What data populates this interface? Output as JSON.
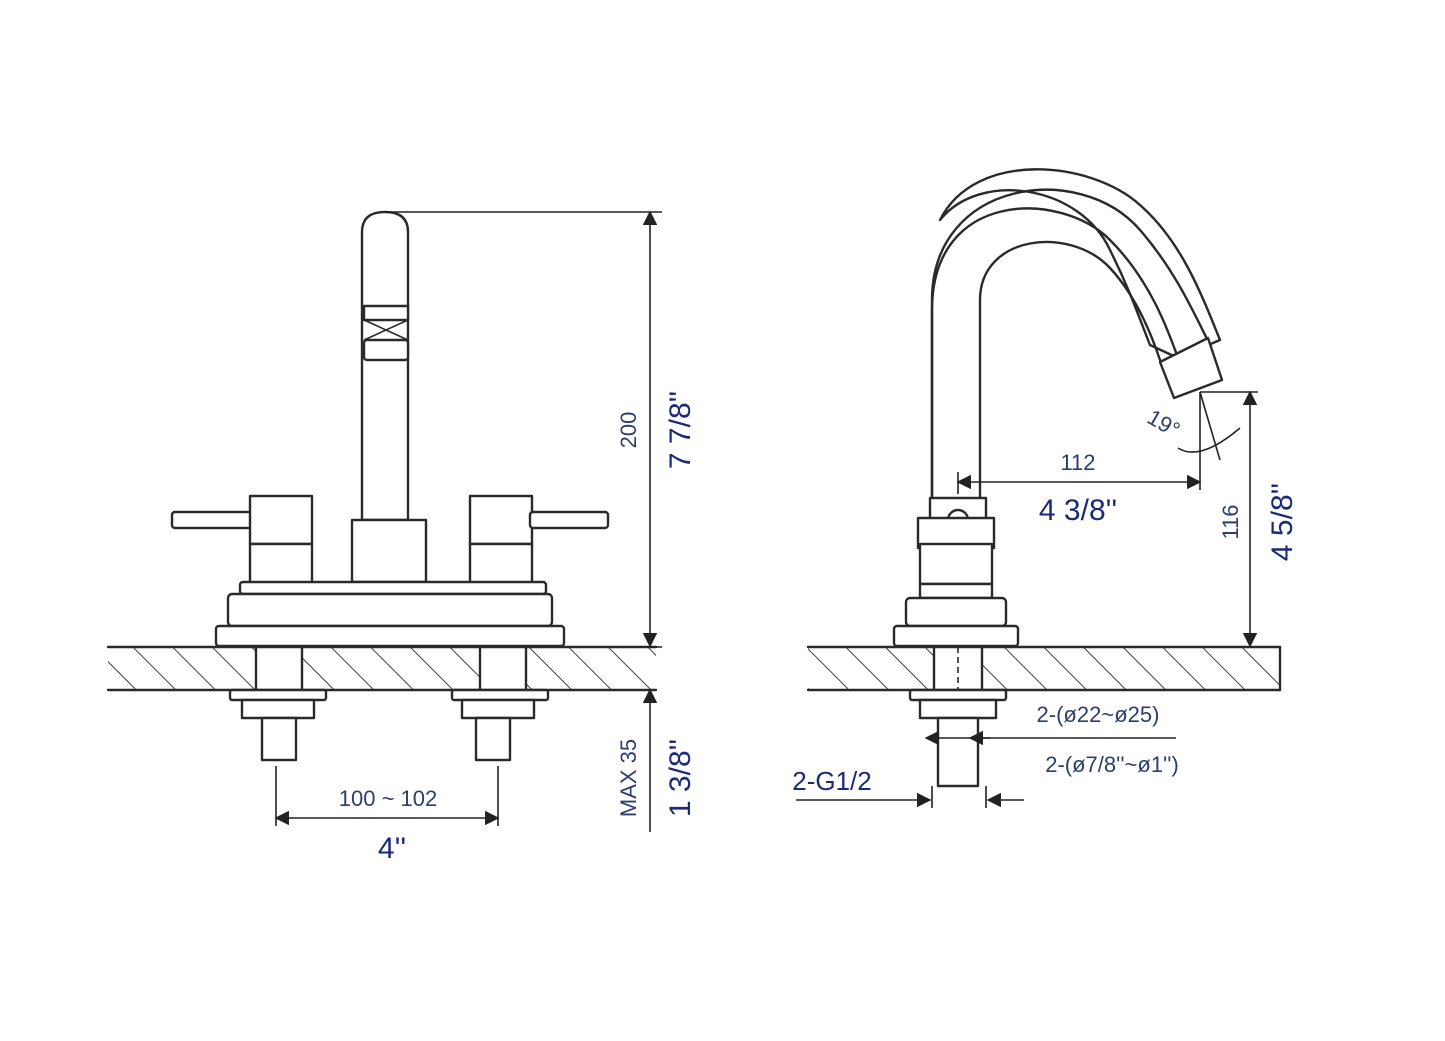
{
  "front_view": {
    "height_mm": "200",
    "height_in": "7 7/8''",
    "spread_mm": "100 ~ 102",
    "spread_in": "4''",
    "deck_mm": "MAX 35",
    "deck_in": "1 3/8''"
  },
  "side_view": {
    "reach_mm": "112",
    "reach_in": "4 3/8''",
    "spout_height_mm": "116",
    "spout_height_in": "4 5/8''",
    "angle": "19°",
    "hole_mm": "2-(ø22~ø25)",
    "hole_in": "2-(ø7/8''~ø1'')",
    "thread": "2-G1/2"
  },
  "colors": {
    "line": "#2a2a2a",
    "dimension_text": "#1a2a7a"
  }
}
